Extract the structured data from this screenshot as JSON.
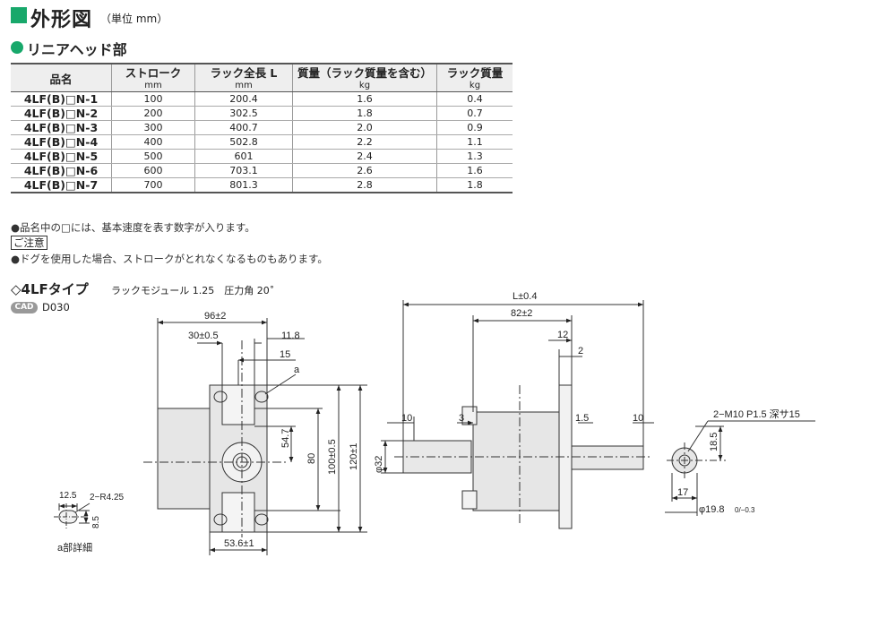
{
  "header": {
    "title": "外形図",
    "unit": "（単位 mm）"
  },
  "section": {
    "title": "リニアヘッド部"
  },
  "table": {
    "headers": [
      {
        "label": "品名",
        "unit": ""
      },
      {
        "label": "ストローク",
        "unit": "mm"
      },
      {
        "label": "ラック全長 L",
        "unit": "mm"
      },
      {
        "label": "質量（ラック質量を含む）",
        "unit": "kg"
      },
      {
        "label": "ラック質量",
        "unit": "kg"
      }
    ],
    "rows": [
      [
        "4LF(B)□N-1",
        "100",
        "200.4",
        "1.6",
        "0.4"
      ],
      [
        "4LF(B)□N-2",
        "200",
        "302.5",
        "1.8",
        "0.7"
      ],
      [
        "4LF(B)□N-3",
        "300",
        "400.7",
        "2.0",
        "0.9"
      ],
      [
        "4LF(B)□N-4",
        "400",
        "502.8",
        "2.2",
        "1.1"
      ],
      [
        "4LF(B)□N-5",
        "500",
        "601",
        "2.4",
        "1.3"
      ],
      [
        "4LF(B)□N-6",
        "600",
        "703.1",
        "2.6",
        "1.6"
      ],
      [
        "4LF(B)□N-7",
        "700",
        "801.3",
        "2.8",
        "1.8"
      ]
    ]
  },
  "notes": {
    "note1": "●品名中の□には、基本速度を表す数字が入ります。",
    "caution_label": "ご注意",
    "note2": "●ドグを使用した場合、ストロークがとれなくなるものもあります。"
  },
  "type": {
    "title": "◇4LFタイプ",
    "subtitle": "ラックモジュール 1.25　圧力角 20˚"
  },
  "cad": {
    "badge": "CAD",
    "code": "D030"
  },
  "drawing": {
    "front": {
      "w96": "96±2",
      "w30": "30±0.5",
      "d11_8": "11.8",
      "d15": "15",
      "a": "a",
      "h54_7": "54.7",
      "h80": "80",
      "h100": "100±0.5",
      "h120": "120±1",
      "w53_6": "53.6±1"
    },
    "side": {
      "L": "L±0.4",
      "w82": "82±2",
      "d12": "12",
      "d2": "2",
      "d10a": "10",
      "d3": "3",
      "d1_5": "1.5",
      "d10b": "10",
      "phi32": "φ32"
    },
    "end": {
      "thread": "2−M10 P1.5 深サ15",
      "h18_5": "18.5",
      "w17": "17",
      "phi19_8": "φ19.8",
      "tol": "0/−0.3"
    },
    "detail": {
      "d12_5": "12.5",
      "r": "2−R4.25",
      "h8_5": "8.5",
      "label": "a部詳細"
    }
  }
}
